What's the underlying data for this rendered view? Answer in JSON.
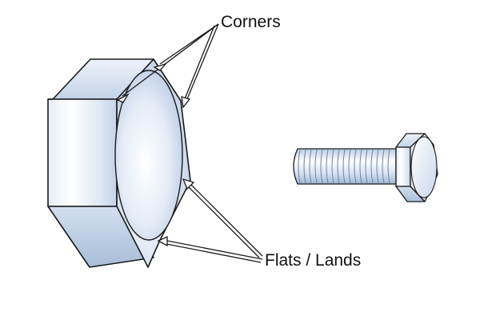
{
  "labels": {
    "corners": "Corners",
    "flats": "Flats / Lands"
  },
  "colors": {
    "outline": "#1a1a1a",
    "steel_light": "#f4f8fd",
    "steel_mid": "#c9d8ec",
    "steel_dark": "#97adc9",
    "background": "#ffffff"
  },
  "parts": [
    "hex-head-bolt-closeup",
    "hex-bolt"
  ]
}
